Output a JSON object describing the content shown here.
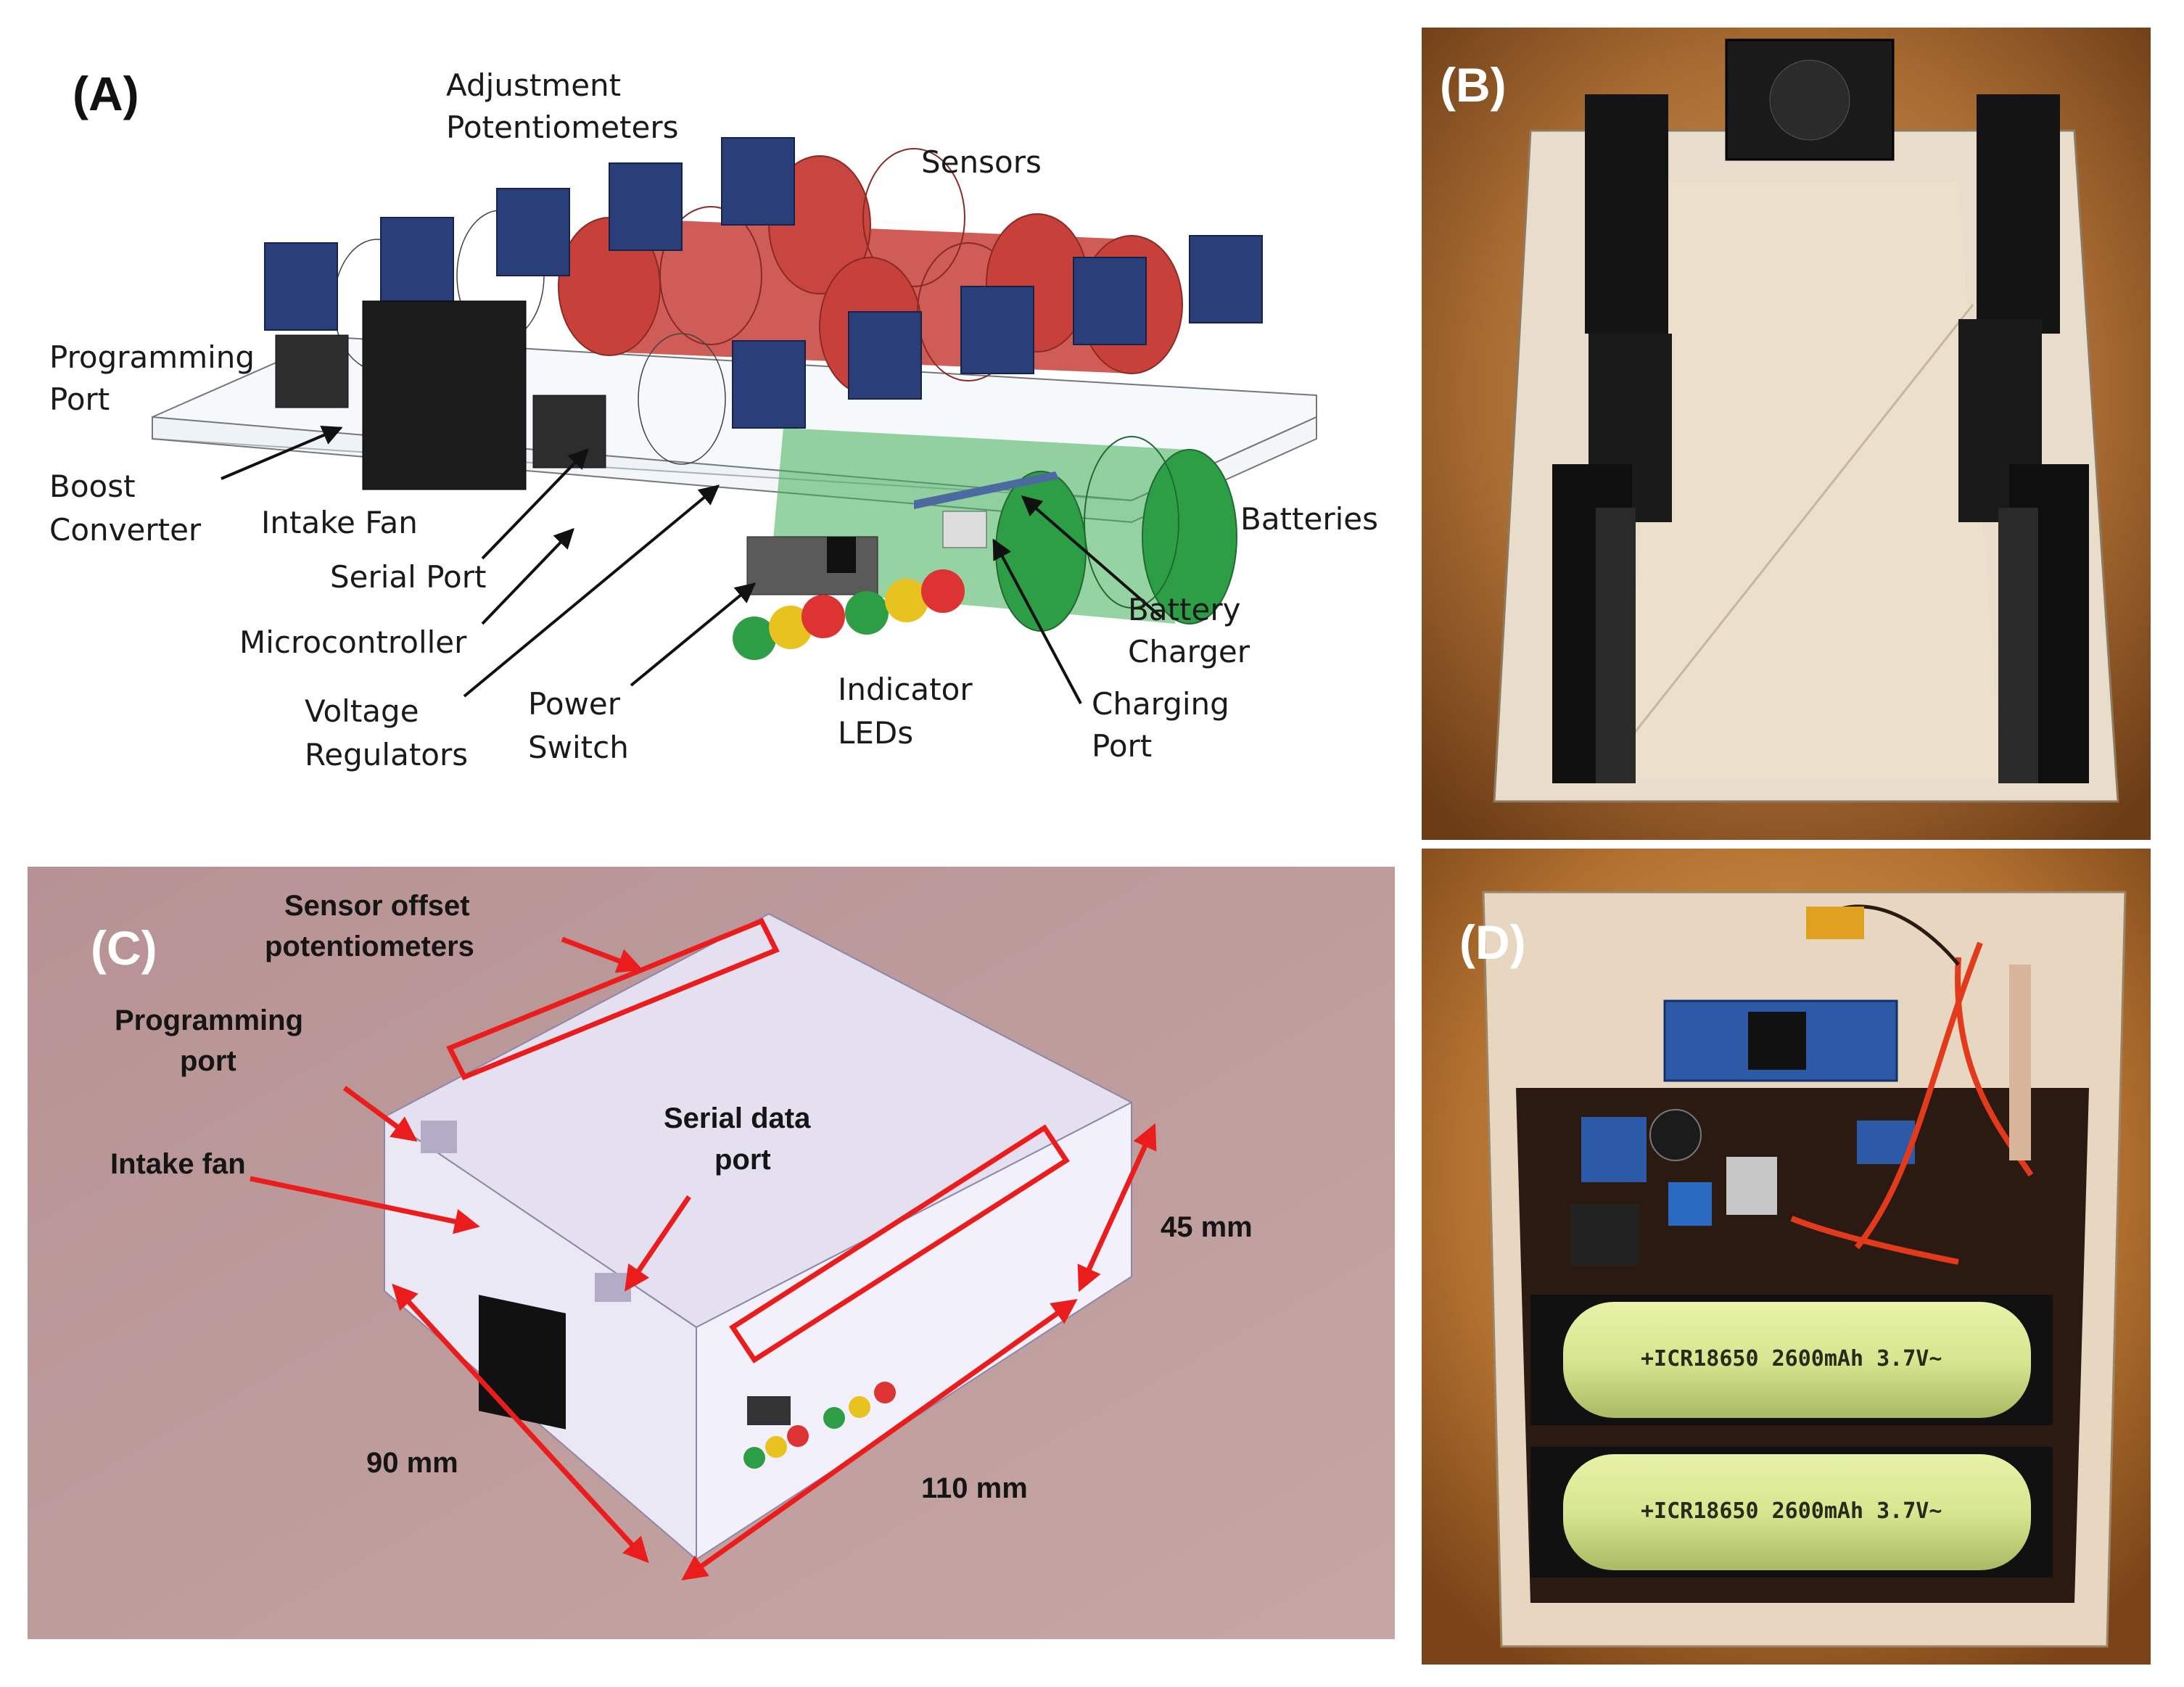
{
  "panel_a": {
    "letter": "(A)",
    "labels": {
      "adjustment_potentiometers": [
        "Adjustment",
        "Potentiometers"
      ],
      "sensors": "Sensors",
      "programming_port": [
        "Programming",
        "Port"
      ],
      "boost_converter": [
        "Boost",
        "Converter"
      ],
      "intake_fan": "Intake Fan",
      "serial_port": "Serial Port",
      "microcontroller": "Microcontroller",
      "voltage_regulators": [
        "Voltage",
        "Regulators"
      ],
      "power_switch": [
        "Power",
        "Switch"
      ],
      "indicator_leds": [
        "Indicator",
        "LEDs"
      ],
      "charging_port": [
        "Charging",
        "Port"
      ],
      "battery_charger": [
        "Battery",
        "Charger"
      ],
      "batteries": "Batteries"
    }
  },
  "panel_b": {
    "letter": "(B)"
  },
  "panel_c": {
    "letter": "(C)",
    "labels": {
      "sensor_offset_potentiometers": [
        "Sensor offset",
        "potentiometers"
      ],
      "programming_port": [
        "Programming",
        "port"
      ],
      "intake_fan": "Intake fan",
      "serial_data_port": [
        "Serial data",
        "port"
      ],
      "height": "45 mm",
      "depth": "90 mm",
      "width": "110 mm"
    }
  },
  "panel_d": {
    "letter": "(D)",
    "battery_label_1": "+ICR18650 2600mAh 3.7V~",
    "battery_label_2": "+ICR18650 2600mAh 3.7V~"
  },
  "colors": {
    "sensor_red": "#c8403a",
    "pot_blue": "#2a3f7a",
    "battery_green": "#2e9e46",
    "arrow_red": "#ea1c1c",
    "photo_warm": "#a86b32",
    "photo_c_bg": "#b89a9c"
  }
}
